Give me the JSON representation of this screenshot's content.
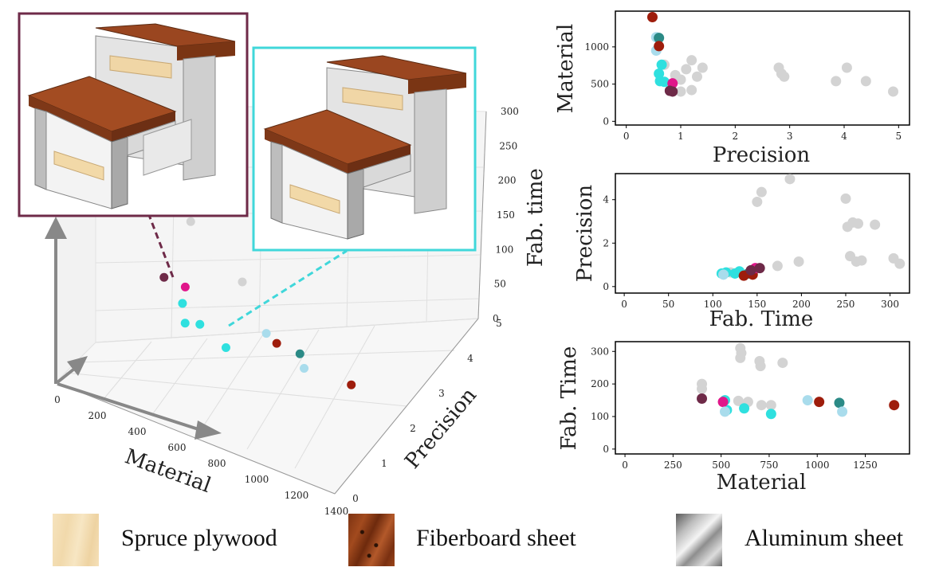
{
  "colors": {
    "gray": "#d3d3d3",
    "cyan": "#2fe0df",
    "lightblue": "#a9dcec",
    "teal": "#2b8a86",
    "darkred": "#9e1d0c",
    "plum": "#6e2a48",
    "magenta": "#e0168a",
    "callout_left": "#6e2a48",
    "callout_right": "#40d7da"
  },
  "legend": [
    {
      "label": "Spruce plywood",
      "swatch": "spruce"
    },
    {
      "label": "Fiberboard sheet",
      "swatch": "fiberboard"
    },
    {
      "label": "Aluminum sheet",
      "swatch": "aluminum"
    }
  ],
  "chart_data": [
    {
      "type": "scatter",
      "title": "",
      "xlabel": "Material",
      "ylabel": "Precision",
      "zlabel": "Fab. time",
      "xticks": [
        "0",
        "200",
        "400",
        "600",
        "800",
        "1000",
        "1200",
        "1400"
      ],
      "yticks": [
        "0",
        "1",
        "2",
        "3",
        "4",
        "5"
      ],
      "zticks": [
        "0",
        "50",
        "100",
        "150",
        "200",
        "250",
        "300"
      ],
      "xlim": [
        0,
        1400
      ],
      "ylim": [
        0,
        5
      ],
      "zlim": [
        0,
        300
      ],
      "points": [
        {
          "x": 400,
          "y": 0.85,
          "z": 155,
          "color": "plum"
        },
        {
          "x": 500,
          "y": 0.9,
          "z": 150,
          "color": "magenta"
        },
        {
          "x": 530,
          "y": 0.6,
          "z": 145,
          "color": "cyan"
        },
        {
          "x": 540,
          "y": 0.65,
          "z": 115,
          "color": "cyan"
        },
        {
          "x": 620,
          "y": 0.6,
          "z": 125,
          "color": "cyan"
        },
        {
          "x": 760,
          "y": 0.55,
          "z": 110,
          "color": "cyan"
        },
        {
          "x": 950,
          "y": 0.6,
          "z": 150,
          "color": "lightblue"
        },
        {
          "x": 1010,
          "y": 0.55,
          "z": 145,
          "color": "darkred"
        },
        {
          "x": 1120,
          "y": 0.6,
          "z": 140,
          "color": "teal"
        },
        {
          "x": 1130,
          "y": 0.7,
          "z": 115,
          "color": "lightblue"
        },
        {
          "x": 1400,
          "y": 0.45,
          "z": 135,
          "color": "darkred"
        },
        {
          "x": 420,
          "y": 1.6,
          "z": 200,
          "color": "gray"
        },
        {
          "x": 600,
          "y": 2.0,
          "z": 260,
          "color": "gray"
        },
        {
          "x": 700,
          "y": 1.5,
          "z": 150,
          "color": "gray"
        }
      ]
    },
    {
      "type": "scatter",
      "title": "",
      "xlabel": "Precision",
      "ylabel": "Material",
      "xticks": [
        "0",
        "1",
        "2",
        "3",
        "4",
        "5"
      ],
      "yticks": [
        "0",
        "500",
        "1000"
      ],
      "xlim": [
        -0.2,
        5.2
      ],
      "ylim": [
        -50,
        1480
      ],
      "points": [
        {
          "x": 1.0,
          "y": 400,
          "color": "gray"
        },
        {
          "x": 1.2,
          "y": 420,
          "color": "gray"
        },
        {
          "x": 1.3,
          "y": 600,
          "color": "gray"
        },
        {
          "x": 0.9,
          "y": 620,
          "color": "gray"
        },
        {
          "x": 1.1,
          "y": 700,
          "color": "gray"
        },
        {
          "x": 1.2,
          "y": 820,
          "color": "gray"
        },
        {
          "x": 1.4,
          "y": 720,
          "color": "gray"
        },
        {
          "x": 0.7,
          "y": 760,
          "color": "gray"
        },
        {
          "x": 1.0,
          "y": 560,
          "color": "gray"
        },
        {
          "x": 2.8,
          "y": 720,
          "color": "gray"
        },
        {
          "x": 2.9,
          "y": 600,
          "color": "gray"
        },
        {
          "x": 2.85,
          "y": 640,
          "color": "gray"
        },
        {
          "x": 3.85,
          "y": 540,
          "color": "gray"
        },
        {
          "x": 4.05,
          "y": 720,
          "color": "gray"
        },
        {
          "x": 4.4,
          "y": 540,
          "color": "gray"
        },
        {
          "x": 4.9,
          "y": 400,
          "color": "gray"
        },
        {
          "x": 0.65,
          "y": 760,
          "color": "cyan"
        },
        {
          "x": 0.6,
          "y": 640,
          "color": "cyan"
        },
        {
          "x": 0.62,
          "y": 540,
          "color": "cyan"
        },
        {
          "x": 0.7,
          "y": 530,
          "color": "cyan"
        },
        {
          "x": 0.55,
          "y": 1130,
          "color": "lightblue"
        },
        {
          "x": 0.55,
          "y": 950,
          "color": "lightblue"
        },
        {
          "x": 0.6,
          "y": 1120,
          "color": "teal"
        },
        {
          "x": 0.48,
          "y": 1400,
          "color": "darkred"
        },
        {
          "x": 0.6,
          "y": 1010,
          "color": "darkred"
        },
        {
          "x": 0.85,
          "y": 510,
          "color": "magenta"
        },
        {
          "x": 0.85,
          "y": 400,
          "color": "plum"
        },
        {
          "x": 0.8,
          "y": 410,
          "color": "plum"
        }
      ]
    },
    {
      "type": "scatter",
      "title": "",
      "xlabel": "Fab. Time",
      "ylabel": "Precision",
      "xticks": [
        "0",
        "50",
        "100",
        "150",
        "200",
        "250",
        "300"
      ],
      "yticks": [
        "0",
        "2",
        "4"
      ],
      "xlim": [
        -10,
        322
      ],
      "ylim": [
        -0.3,
        5.2
      ],
      "points": [
        {
          "x": 150,
          "y": 3.9,
          "color": "gray"
        },
        {
          "x": 155,
          "y": 4.35,
          "color": "gray"
        },
        {
          "x": 187,
          "y": 4.95,
          "color": "gray"
        },
        {
          "x": 173,
          "y": 0.95,
          "color": "gray"
        },
        {
          "x": 197,
          "y": 1.15,
          "color": "gray"
        },
        {
          "x": 250,
          "y": 4.05,
          "color": "gray"
        },
        {
          "x": 252,
          "y": 2.75,
          "color": "gray"
        },
        {
          "x": 258,
          "y": 2.95,
          "color": "gray"
        },
        {
          "x": 264,
          "y": 2.9,
          "color": "gray"
        },
        {
          "x": 283,
          "y": 2.85,
          "color": "gray"
        },
        {
          "x": 255,
          "y": 1.4,
          "color": "gray"
        },
        {
          "x": 262,
          "y": 1.15,
          "color": "gray"
        },
        {
          "x": 268,
          "y": 1.2,
          "color": "gray"
        },
        {
          "x": 304,
          "y": 1.3,
          "color": "gray"
        },
        {
          "x": 311,
          "y": 1.05,
          "color": "gray"
        },
        {
          "x": 120,
          "y": 0.65,
          "color": "gray"
        },
        {
          "x": 110,
          "y": 0.6,
          "color": "cyan"
        },
        {
          "x": 115,
          "y": 0.65,
          "color": "cyan"
        },
        {
          "x": 125,
          "y": 0.6,
          "color": "cyan"
        },
        {
          "x": 130,
          "y": 0.7,
          "color": "cyan"
        },
        {
          "x": 112,
          "y": 0.55,
          "color": "lightblue"
        },
        {
          "x": 140,
          "y": 0.6,
          "color": "teal"
        },
        {
          "x": 135,
          "y": 0.5,
          "color": "darkred"
        },
        {
          "x": 145,
          "y": 0.55,
          "color": "darkred"
        },
        {
          "x": 148,
          "y": 0.85,
          "color": "magenta"
        },
        {
          "x": 153,
          "y": 0.85,
          "color": "plum"
        },
        {
          "x": 143,
          "y": 0.75,
          "color": "plum"
        }
      ]
    },
    {
      "type": "scatter",
      "title": "",
      "xlabel": "Material",
      "ylabel": "Fab. Time",
      "xticks": [
        "0",
        "250",
        "500",
        "750",
        "1000",
        "1250"
      ],
      "yticks": [
        "0",
        "100",
        "200",
        "300"
      ],
      "xlim": [
        -50,
        1480
      ],
      "ylim": [
        -15,
        330
      ],
      "points": [
        {
          "x": 400,
          "y": 200,
          "color": "gray"
        },
        {
          "x": 400,
          "y": 185,
          "color": "gray"
        },
        {
          "x": 600,
          "y": 310,
          "color": "gray"
        },
        {
          "x": 605,
          "y": 295,
          "color": "gray"
        },
        {
          "x": 600,
          "y": 280,
          "color": "gray"
        },
        {
          "x": 700,
          "y": 270,
          "color": "gray"
        },
        {
          "x": 705,
          "y": 255,
          "color": "gray"
        },
        {
          "x": 820,
          "y": 265,
          "color": "gray"
        },
        {
          "x": 520,
          "y": 150,
          "color": "gray"
        },
        {
          "x": 590,
          "y": 148,
          "color": "gray"
        },
        {
          "x": 640,
          "y": 145,
          "color": "gray"
        },
        {
          "x": 710,
          "y": 135,
          "color": "gray"
        },
        {
          "x": 760,
          "y": 135,
          "color": "gray"
        },
        {
          "x": 400,
          "y": 155,
          "color": "plum"
        },
        {
          "x": 520,
          "y": 150,
          "color": "cyan"
        },
        {
          "x": 530,
          "y": 120,
          "color": "cyan"
        },
        {
          "x": 620,
          "y": 125,
          "color": "cyan"
        },
        {
          "x": 760,
          "y": 108,
          "color": "cyan"
        },
        {
          "x": 510,
          "y": 145,
          "color": "magenta"
        },
        {
          "x": 520,
          "y": 115,
          "color": "lightblue"
        },
        {
          "x": 950,
          "y": 150,
          "color": "lightblue"
        },
        {
          "x": 1010,
          "y": 145,
          "color": "darkred"
        },
        {
          "x": 1115,
          "y": 142,
          "color": "teal"
        },
        {
          "x": 1130,
          "y": 115,
          "color": "lightblue"
        },
        {
          "x": 1400,
          "y": 135,
          "color": "darkred"
        }
      ]
    }
  ]
}
